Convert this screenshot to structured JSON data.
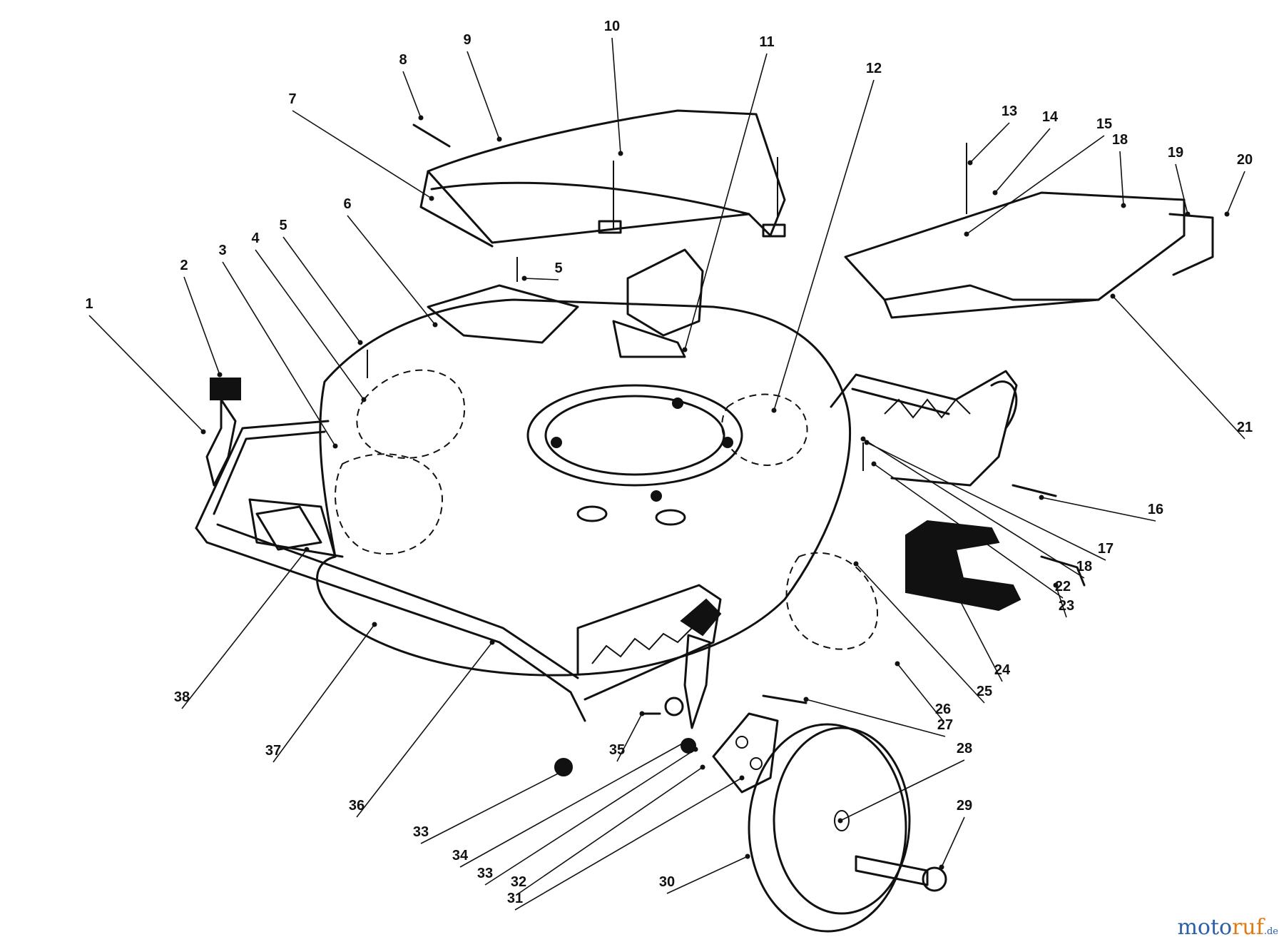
{
  "watermark": {
    "text_a": "moto",
    "text_b": "ruf",
    "suffix": ".de"
  },
  "callouts": [
    {
      "id": "c1",
      "label": "1"
    },
    {
      "id": "c2",
      "label": "2"
    },
    {
      "id": "c3",
      "label": "3"
    },
    {
      "id": "c4",
      "label": "4"
    },
    {
      "id": "c5a",
      "label": "5"
    },
    {
      "id": "c5b",
      "label": "5"
    },
    {
      "id": "c6",
      "label": "6"
    },
    {
      "id": "c7",
      "label": "7"
    },
    {
      "id": "c8",
      "label": "8"
    },
    {
      "id": "c9",
      "label": "9"
    },
    {
      "id": "c10",
      "label": "10"
    },
    {
      "id": "c11",
      "label": "11"
    },
    {
      "id": "c12",
      "label": "12"
    },
    {
      "id": "c13",
      "label": "13"
    },
    {
      "id": "c14",
      "label": "14"
    },
    {
      "id": "c15",
      "label": "15"
    },
    {
      "id": "c16",
      "label": "16"
    },
    {
      "id": "c17",
      "label": "17"
    },
    {
      "id": "c18a",
      "label": "18"
    },
    {
      "id": "c18b",
      "label": "18"
    },
    {
      "id": "c19",
      "label": "19"
    },
    {
      "id": "c20",
      "label": "20"
    },
    {
      "id": "c21",
      "label": "21"
    },
    {
      "id": "c22",
      "label": "22"
    },
    {
      "id": "c23",
      "label": "23"
    },
    {
      "id": "c24",
      "label": "24"
    },
    {
      "id": "c25",
      "label": "25"
    },
    {
      "id": "c26",
      "label": "26"
    },
    {
      "id": "c27",
      "label": "27"
    },
    {
      "id": "c28",
      "label": "28"
    },
    {
      "id": "c29",
      "label": "29"
    },
    {
      "id": "c30",
      "label": "30"
    },
    {
      "id": "c31",
      "label": "31"
    },
    {
      "id": "c32",
      "label": "32"
    },
    {
      "id": "c33a",
      "label": "33"
    },
    {
      "id": "c33b",
      "label": "33"
    },
    {
      "id": "c34",
      "label": "34"
    },
    {
      "id": "c35",
      "label": "35"
    },
    {
      "id": "c36",
      "label": "36"
    },
    {
      "id": "c37",
      "label": "37"
    },
    {
      "id": "c38",
      "label": "38"
    }
  ]
}
